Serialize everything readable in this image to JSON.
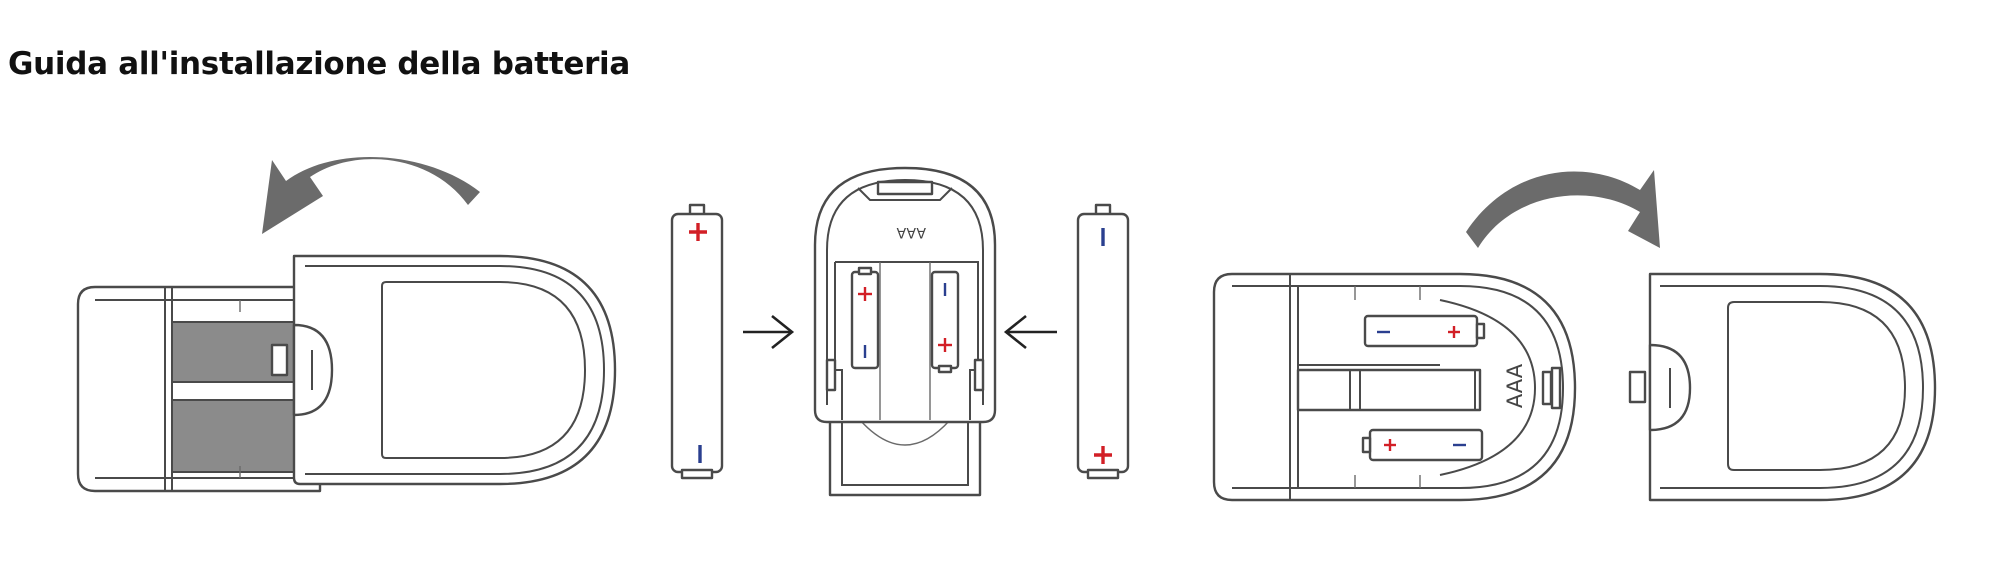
{
  "title": "Guida all'installazione della batteria",
  "labels": {
    "compartment_label": "AAA",
    "battery_type_label": "AAA"
  },
  "colors": {
    "positive": "#d21f26",
    "negative": "#2a3f8f",
    "curved_arrow": "#6b6b6b",
    "outline": "#4a4a4a"
  },
  "icons": {
    "open_arrow": "curved-arrow-left-icon",
    "close_arrow": "curved-arrow-right-icon",
    "insert_arrows": "straight-arrow-icon"
  }
}
